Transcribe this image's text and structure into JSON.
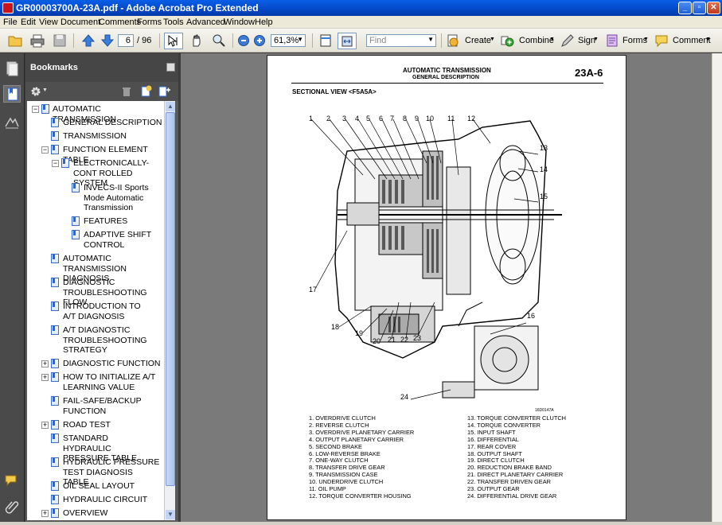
{
  "window": {
    "title": "GR00003700A-23A.pdf - Adobe Acrobat Pro Extended"
  },
  "menu": [
    "File",
    "Edit",
    "View",
    "Document",
    "Comments",
    "Forms",
    "Tools",
    "Advanced",
    "Window",
    "Help"
  ],
  "toolbar": {
    "page_current": "6",
    "page_total": "/ 96",
    "zoom": "61,3%",
    "find_placeholder": "Find",
    "create": "Create",
    "combine": "Combine",
    "sign": "Sign",
    "forms": "Forms",
    "comment": "Comment"
  },
  "bookmarks": {
    "title": "Bookmarks",
    "items": [
      {
        "label": "AUTOMATIC TRANSMISSION"
      },
      {
        "label": "GENERAL DESCRIPTION"
      },
      {
        "label": "TRANSMISSION"
      },
      {
        "label": "FUNCTION ELEMENT TABLE"
      },
      {
        "label": "ELECTRONICALLY-CONT ROLLED SYSTEM"
      },
      {
        "label": "INVECS-II Sports Mode Automatic Transmission"
      },
      {
        "label": "FEATURES"
      },
      {
        "label": "ADAPTIVE SHIFT CONTROL"
      },
      {
        "label": "AUTOMATIC TRANSMISSION DIAGNOSIS"
      },
      {
        "label": "DIAGNOSTIC TROUBLESHOOTING FLOW"
      },
      {
        "label": "INTRODUCTION TO A/T DIAGNOSIS"
      },
      {
        "label": "A/T DIAGNOSTIC TROUBLESHOOTING STRATEGY"
      },
      {
        "label": "DIAGNOSTIC FUNCTION"
      },
      {
        "label": "HOW TO INITIALIZE A/T LEARNING VALUE"
      },
      {
        "label": "FAIL-SAFE/BACKUP FUNCTION"
      },
      {
        "label": "ROAD TEST"
      },
      {
        "label": "STANDARD HYDRAULIC PRESSURE TABLE"
      },
      {
        "label": "HYDRAULIC PRESSURE TEST DIAGNOSIS TABLE"
      },
      {
        "label": "OIL SEAL LAYOUT"
      },
      {
        "label": "HYDRAULIC CIRCUIT"
      },
      {
        "label": "OVERVIEW"
      }
    ]
  },
  "document": {
    "header_title": "AUTOMATIC TRANSMISSION",
    "header_subtitle": "GENERAL DESCRIPTION",
    "page_number": "23A-6",
    "section_title": "SECTIONAL VIEW <F5A5A>",
    "figure_id": "16D0147A",
    "callouts": [
      "1",
      "2",
      "3",
      "4",
      "5",
      "6",
      "7",
      "8",
      "9",
      "10",
      "11",
      "12",
      "13",
      "14",
      "15",
      "16",
      "17",
      "18",
      "19",
      "20",
      "21",
      "22",
      "23",
      "24"
    ],
    "legend_left": [
      "1.   OVERDRIVE CLUTCH",
      "2.   REVERSE CLUTCH",
      "3.   OVERDRIVE PLANETARY CARRIER",
      "4.   OUTPUT PLANETARY CARRIER",
      "5.   SECOND BRAKE",
      "6.   LOW-REVERSE BRAKE",
      "7.   ONE-WAY CLUTCH",
      "8.   TRANSFER DRIVE GEAR",
      "9.   TRANSMISSION CASE",
      "10. UNDERDRIVE CLUTCH",
      "11. OIL PUMP",
      "12. TORQUE CONVERTER HOUSING"
    ],
    "legend_right": [
      "13. TORQUE CONVERTER CLUTCH",
      "14. TORQUE CONVERTER",
      "15. INPUT SHAFT",
      "16. DIFFERENTIAL",
      "17. REAR COVER",
      "18. OUTPUT SHAFT",
      "19. DIRECT CLUTCH",
      "20. REDUCTION BRAKE BAND",
      "21. DIRECT PLANETARY CARRIER",
      "22. TRANSFER DRIVEN GEAR",
      "23. OUTPUT GEAR",
      "24. DIFFERENTIAL DRIVE GEAR"
    ]
  }
}
